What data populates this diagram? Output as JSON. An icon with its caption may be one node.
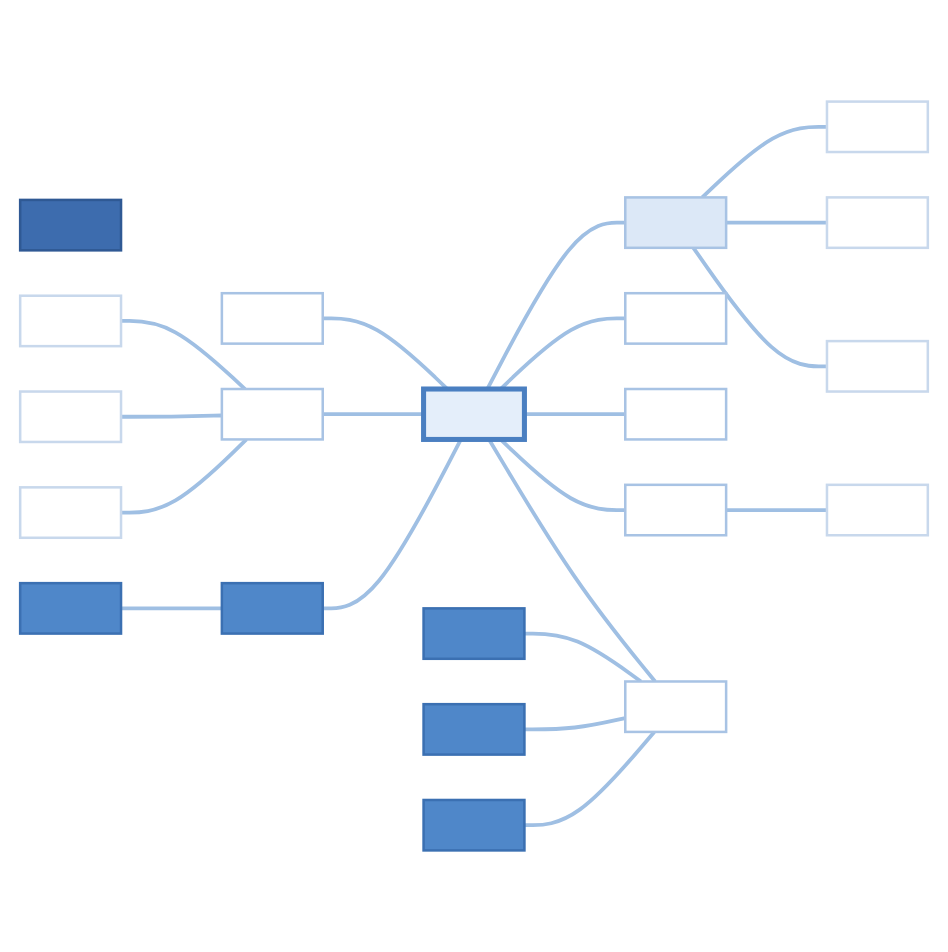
{
  "diagram": {
    "nodes": [
      {
        "text": [],
        "shape": "box"
      },
      {
        "text": [],
        "shape": "box"
      },
      {
        "text": [],
        "shape": "box"
      },
      {
        "text": [],
        "shape": "box"
      },
      {
        "text": [],
        "shape": "box"
      },
      {
        "text": [],
        "shape": "box"
      },
      {
        "text": [],
        "shape": "box"
      },
      {
        "text": [],
        "shape": "box"
      },
      {
        "text": [],
        "shape": "box"
      },
      {
        "text": [],
        "shape": "box"
      },
      {
        "text": [],
        "shape": "box"
      },
      {
        "text": [],
        "shape": "box"
      },
      {
        "text": [],
        "shape": "box"
      },
      {
        "text": [],
        "shape": "box"
      },
      {
        "text": [],
        "shape": "box"
      },
      {
        "text": [],
        "shape": "box"
      },
      {
        "text": [],
        "shape": "box"
      },
      {
        "text": [],
        "shape": "box"
      },
      {
        "text": [],
        "shape": "box"
      },
      {
        "text": [],
        "shape": "box"
      },
      {
        "text": [],
        "shape": "box"
      }
    ],
    "edges": [
      {
        "from": 0,
        "to": 1,
        "arrow": "none"
      },
      {
        "from": 1,
        "to": 2,
        "arrow": "none"
      },
      {
        "from": 1,
        "to": 3,
        "arrow": "none"
      },
      {
        "from": 1,
        "to": 4,
        "arrow": "none"
      },
      {
        "from": 0,
        "to": 5,
        "arrow": "none"
      },
      {
        "from": 0,
        "to": 6,
        "arrow": "none"
      },
      {
        "from": 0,
        "to": 7,
        "arrow": "none"
      },
      {
        "from": 7,
        "to": 8,
        "arrow": "none"
      },
      {
        "from": 0,
        "to": 9,
        "arrow": "none"
      },
      {
        "from": 10,
        "to": 9,
        "arrow": "none"
      },
      {
        "from": 11,
        "to": 9,
        "arrow": "none"
      },
      {
        "from": 12,
        "to": 9,
        "arrow": "none"
      },
      {
        "from": 14,
        "to": 0,
        "arrow": "none"
      },
      {
        "from": 15,
        "to": 0,
        "arrow": "none"
      },
      {
        "from": 16,
        "to": 15,
        "arrow": "none"
      },
      {
        "from": 17,
        "to": 15,
        "arrow": "none"
      },
      {
        "from": 18,
        "to": 15,
        "arrow": "none"
      },
      {
        "from": 19,
        "to": 0,
        "arrow": "none"
      },
      {
        "from": 20,
        "to": 19,
        "arrow": "none"
      }
    ]
  }
}
